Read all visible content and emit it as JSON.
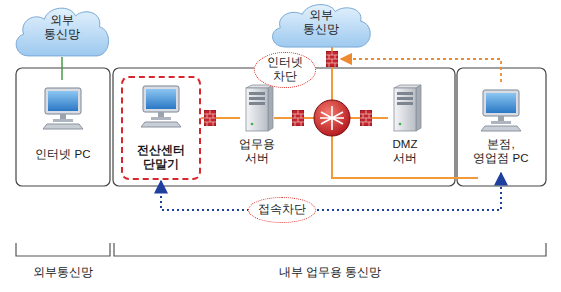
{
  "diagram": {
    "nodes": [
      {
        "text": [
          "외부 통신망"
        ]
      },
      {
        "text": [
          "외부 통신망"
        ]
      },
      {
        "text": [
          "인터넷 PC"
        ]
      },
      {
        "text": [
          "전산센터 단말기"
        ]
      },
      {
        "text": [
          "업무용 서버"
        ]
      },
      {
        "text": [
          "DMZ 서버"
        ]
      },
      {
        "text": [
          "본점, 영업점 PC"
        ]
      }
    ],
    "edges": [
      {
        "from": 0,
        "to": 2,
        "arrow": "none"
      },
      {
        "from": 3,
        "to": 6,
        "label": "접속차단",
        "arrow": "both"
      }
    ],
    "labels": [
      "인터넷 차단",
      "외부통신망",
      "내부 업무용 통신망"
    ]
  }
}
